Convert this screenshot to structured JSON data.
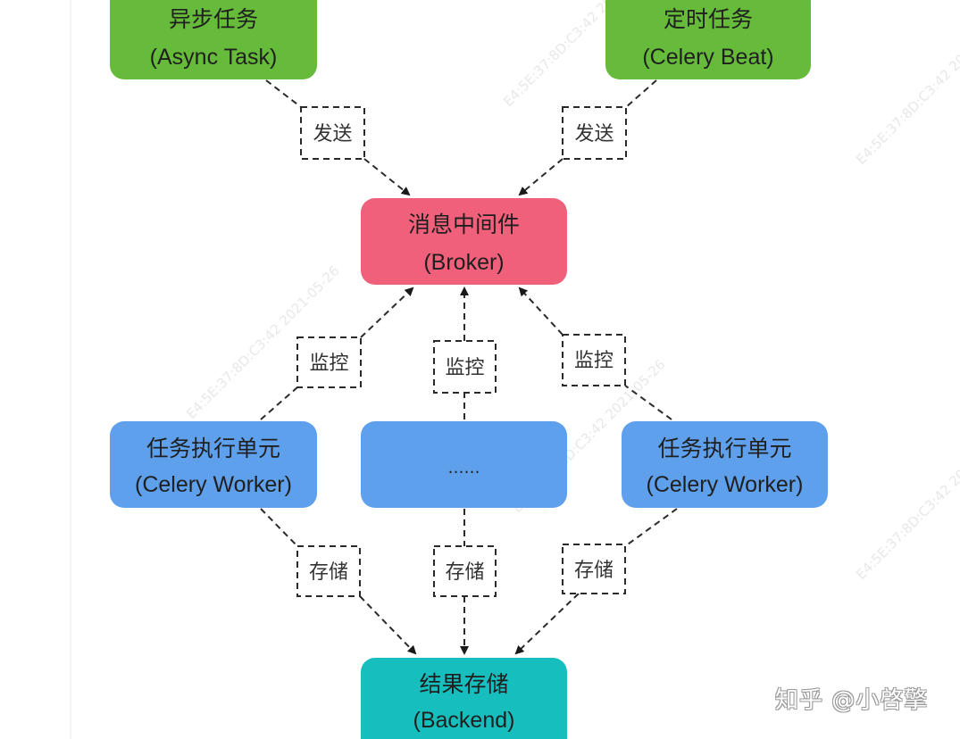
{
  "diagram": {
    "title": "Celery architecture",
    "colors": {
      "producer": "#66BB3A",
      "broker": "#F0607A",
      "worker": "#5FA0EC",
      "backend": "#17BEBE",
      "edge": "#2a2a2a"
    },
    "nodes": {
      "async_task": {
        "title": "异步任务",
        "subtitle": "(Async Task)"
      },
      "celery_beat": {
        "title": "定时任务",
        "subtitle": "(Celery Beat)"
      },
      "broker": {
        "title": "消息中间件",
        "subtitle": "(Broker)"
      },
      "worker_left": {
        "title": "任务执行单元",
        "subtitle": "(Celery Worker)"
      },
      "worker_middle": {
        "title": "……",
        "subtitle": ""
      },
      "worker_right": {
        "title": "任务执行单元",
        "subtitle": "(Celery Worker)"
      },
      "backend": {
        "title": "结果存储",
        "subtitle": "(Backend)"
      }
    },
    "edges": [
      {
        "from": "async_task",
        "to": "broker",
        "label": "发送"
      },
      {
        "from": "celery_beat",
        "to": "broker",
        "label": "发送"
      },
      {
        "from": "worker_left",
        "to": "broker",
        "label": "监控"
      },
      {
        "from": "worker_middle",
        "to": "broker",
        "label": "监控"
      },
      {
        "from": "worker_right",
        "to": "broker",
        "label": "监控"
      },
      {
        "from": "worker_left",
        "to": "backend",
        "label": "存储"
      },
      {
        "from": "worker_middle",
        "to": "backend",
        "label": "存储"
      },
      {
        "from": "worker_right",
        "to": "backend",
        "label": "存储"
      }
    ],
    "watermark": "E4:5E:37:8D:C3:42 2021-05-26",
    "brand": "知乎 @小啓擎"
  }
}
